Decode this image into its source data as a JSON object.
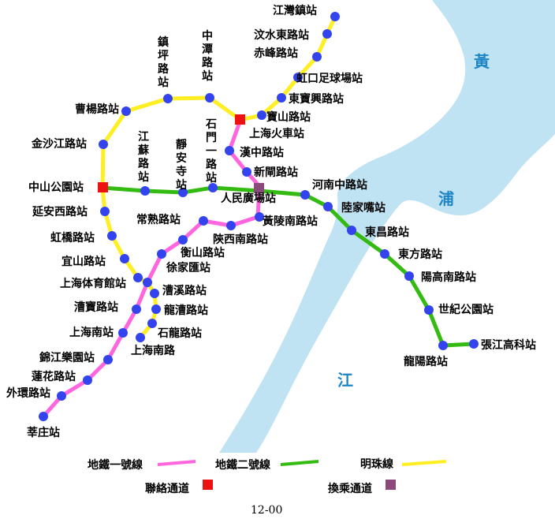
{
  "river": {
    "characters": [
      "黃",
      "浦",
      "江"
    ],
    "water_color": "#bfe3f3",
    "text_color": "#1f86c6"
  },
  "colors": {
    "line1": "#ff66dd",
    "line2": "#33bb11",
    "pearl": "#ffee22",
    "station": "#3344ee",
    "connector": "#ee1111",
    "interchange": "#8a4a7a"
  },
  "pearl_line": {
    "stations": [
      "江灣鎮站",
      "汶水東路站",
      "赤峰路站",
      "虹口足球場站",
      "東寶興路站",
      "寶山路站",
      "上海火車站",
      "中潭路站",
      "鎮坪路站",
      "曹楊路站",
      "金沙江路站",
      "中山公園站",
      "延安西路站",
      "虹橋路站",
      "宜山路站",
      "上海体育館站",
      "漕溪路站",
      "龍漕路站",
      "石龍路站",
      "上海南路"
    ]
  },
  "line1": {
    "stations": [
      "上海火車站",
      "漢中路站",
      "新閘路站",
      "人民廣場站",
      "黃陵南路站",
      "陝西南路站",
      "常熟路站",
      "衡山路站",
      "徐家匯站",
      "上海体育館站",
      "漕寶路站",
      "上海南站",
      "錦江樂園站",
      "蓮花路站",
      "外環路站",
      "莘庄站"
    ]
  },
  "line2": {
    "stations": [
      "中山公園站",
      "江蘇路站",
      "靜安寺站",
      "石門一路站",
      "人民廣場站",
      "河南中路站",
      "陸家嘴站",
      "東昌路站",
      "東方路站",
      "陽高南路站",
      "世紀公園站",
      "龍陽路站",
      "張江高科站"
    ]
  },
  "labels": {
    "jiangwanzhen": "江灣鎮站",
    "wenshuidonglu": "汶水東路站",
    "chifenglu": "赤峰路站",
    "hongkou": "虹口足球場站",
    "dongbaoxinglu": "東寶興路站",
    "baoshanlu": "寶山路站",
    "shanghai_railway": "上海火車站",
    "zhongtanlu": "中潭路站",
    "zhenpinglu": "鎮坪路站",
    "caoyanglu": "曹楊路站",
    "jinshajianglu": "金沙江路站",
    "zhongshan_park": "中山公園站",
    "yananxilu": "延安西路站",
    "hongqiaolu": "虹橋路站",
    "yishanlu": "宜山路站",
    "stadium": "上海体育館站",
    "caoxilu": "漕溪路站",
    "longcaolu": "龍漕路站",
    "shilonglu": "石龍路站",
    "shanghainanlu": "上海南路",
    "hanzhonglu": "漢中路站",
    "xinzhalu": "新閘路站",
    "peoples_square": "人民廣場站",
    "huanglingnanlu": "黃陵南路站",
    "shaanxinanlu": "陝西南路站",
    "changshulu": "常熟路站",
    "hengshanlu": "衡山路站",
    "xujiahui": "徐家匯站",
    "caobaolu": "漕寶路站",
    "shanghai_south": "上海南站",
    "jinjiang": "錦江樂園站",
    "lianhualu": "蓮花路站",
    "waihuanlu": "外環路站",
    "xinzhuang": "莘庄站",
    "jiangsulu": "江蘇路站",
    "jingansi": "靜安寺站",
    "shimenyilu": "石門一路站",
    "henanzhonglu": "河南中路站",
    "lujiazui": "陸家嘴站",
    "dongchanglu": "東昌路站",
    "dongfanglu": "東方路站",
    "yanggaonanlu": "陽高南路站",
    "century_park": "世紀公園站",
    "longyanglu": "龍陽路站",
    "zhangjiang": "張江高科站"
  },
  "legend": {
    "line1_label": "地鐵一號線",
    "line2_label": "地鐵二號線",
    "pearl_label": "明珠線",
    "connector_label": "聯絡通道",
    "interchange_label": "換乘通道"
  },
  "sheet_number": "12-00"
}
